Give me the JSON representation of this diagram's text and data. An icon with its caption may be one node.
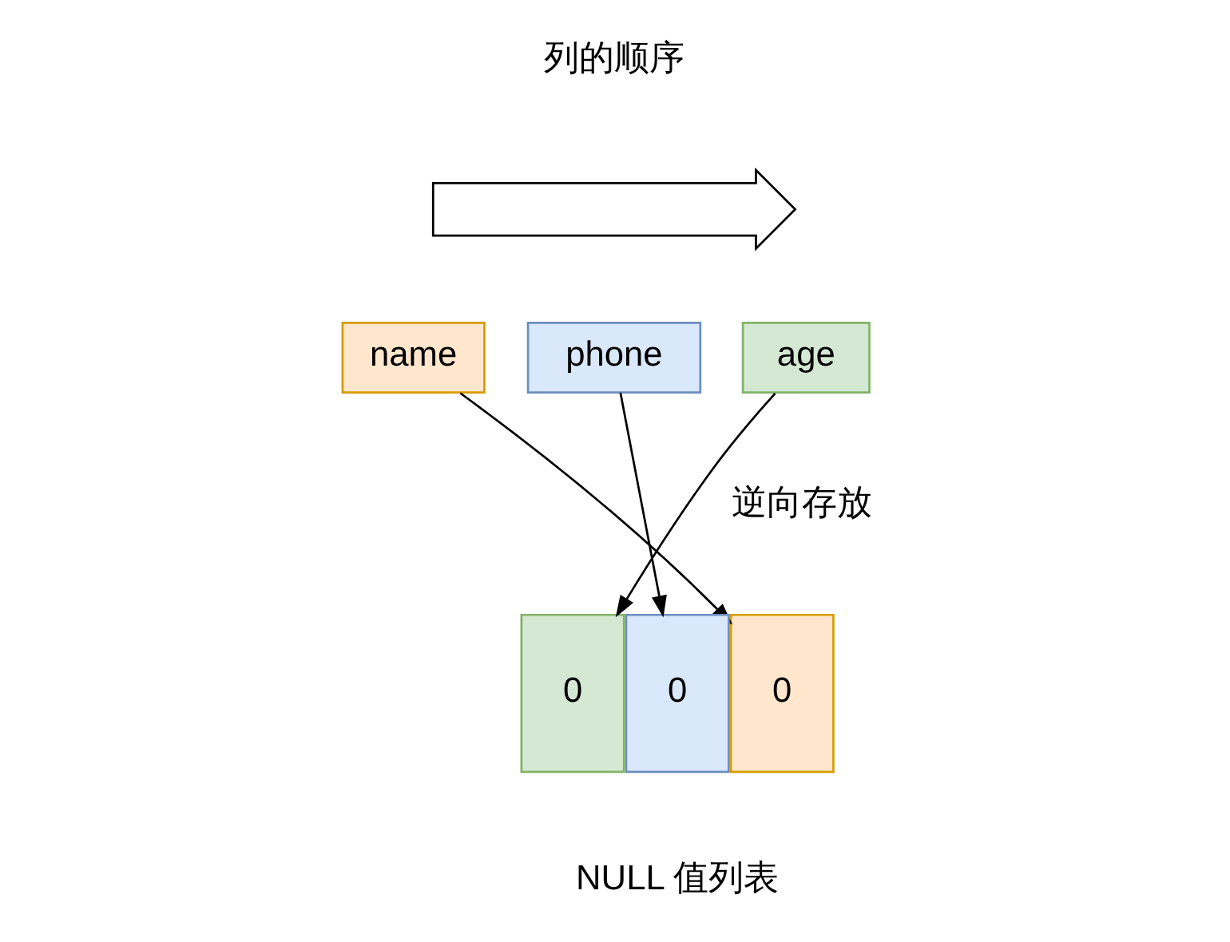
{
  "diagram": {
    "nodes": [
      {
        "text": [],
        "shape": "arrow"
      },
      {
        "text": [
          "name"
        ]
      },
      {
        "text": [
          "phone"
        ]
      },
      {
        "text": [
          "age"
        ]
      },
      {
        "text": [
          "0"
        ]
      },
      {
        "text": [
          "0"
        ]
      },
      {
        "text": [
          "0"
        ]
      }
    ],
    "edges": [
      {
        "from": 1,
        "to": 6,
        "arrow": "to"
      },
      {
        "from": 2,
        "to": 5,
        "arrow": "to"
      },
      {
        "from": 3,
        "to": 4,
        "arrow": "to"
      }
    ],
    "labels": [
      "列的顺序",
      "逆向存放",
      "NULL 值列表"
    ]
  }
}
